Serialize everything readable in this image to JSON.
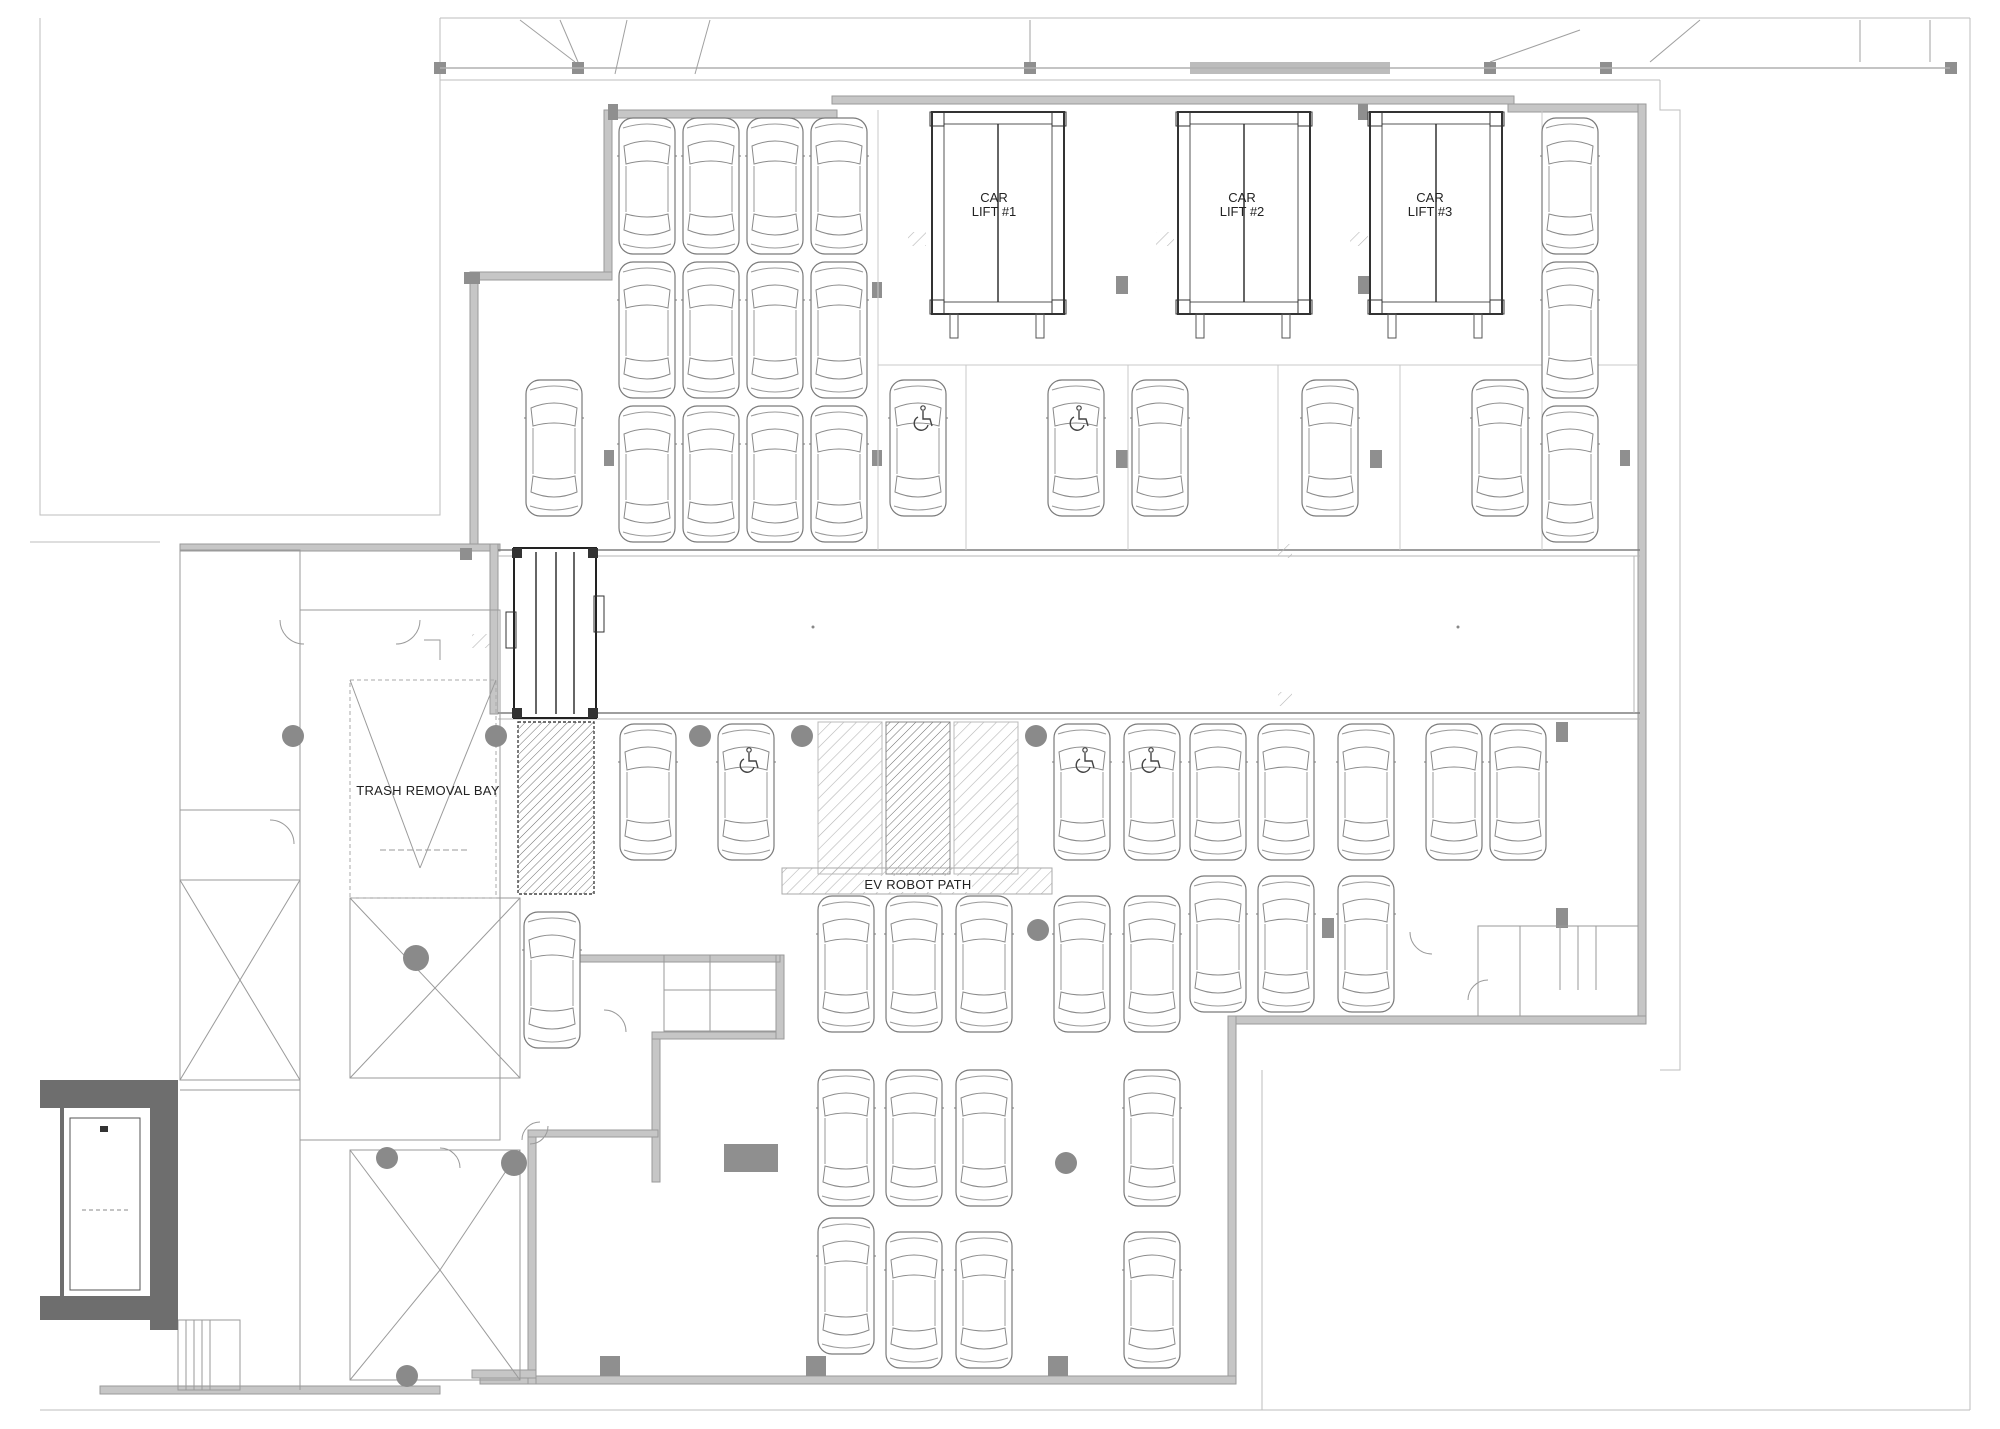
{
  "car_lifts": [
    {
      "line1": "CAR",
      "line2": "LIFT #1"
    },
    {
      "line1": "CAR",
      "line2": "LIFT #2"
    },
    {
      "line1": "CAR",
      "line2": "LIFT #3"
    }
  ],
  "labels": {
    "trash_bay": "TRASH REMOVAL BAY",
    "ev_robot_path": "EV ROBOT PATH"
  },
  "colors": {
    "wall": "#c4c4c4",
    "wall_edge": "#9a9a9a",
    "column": "#8f8f8f",
    "line": "#8a8a8a",
    "hatch": "#9a9a9a"
  }
}
